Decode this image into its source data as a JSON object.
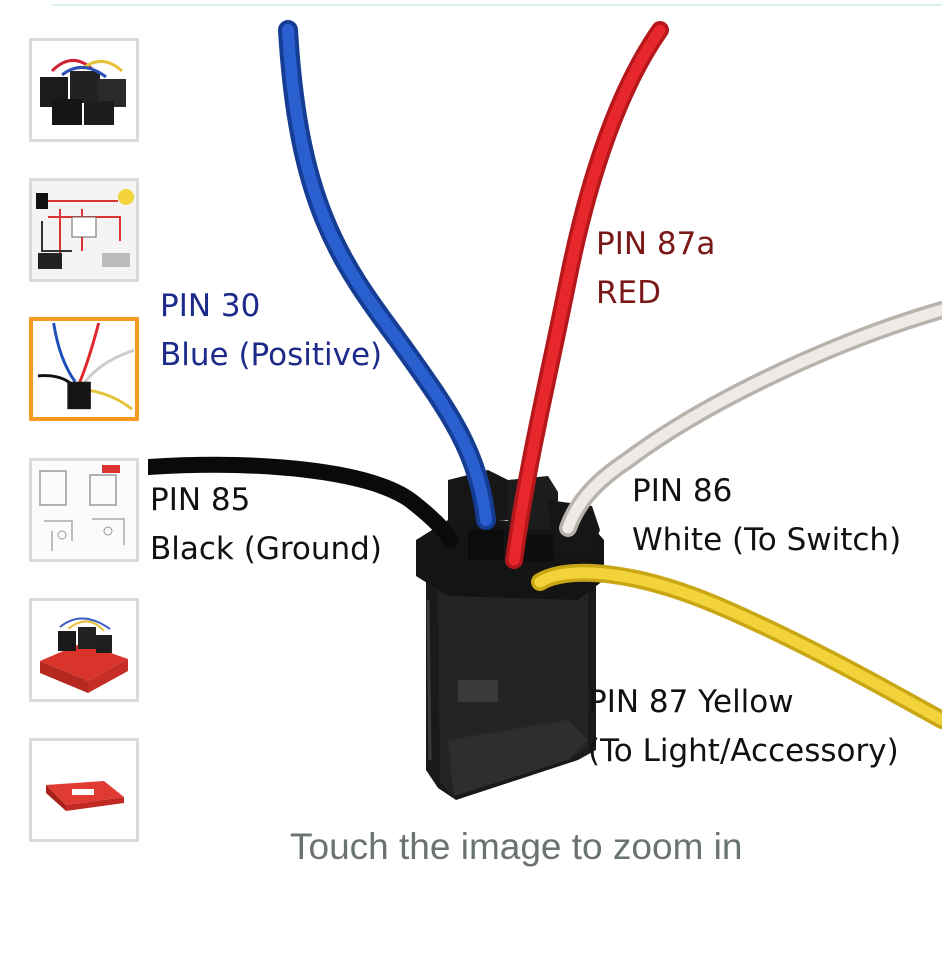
{
  "thumbnails": [
    {
      "name": "relay-pack-thumbnail",
      "selected": false
    },
    {
      "name": "wiring-diagram-thumbnail",
      "selected": false
    },
    {
      "name": "relay-pins-thumbnail",
      "selected": true
    },
    {
      "name": "schematic-thumbnail",
      "selected": false
    },
    {
      "name": "relay-box-thumbnail",
      "selected": false
    },
    {
      "name": "relay-package-thumbnail",
      "selected": false
    }
  ],
  "labels": {
    "pin30": {
      "line1": "PIN 30",
      "line2": "Blue (Positive)"
    },
    "pin87a": {
      "line1": "PIN 87a",
      "line2": "RED"
    },
    "pin85": {
      "line1": "PIN 85",
      "line2": "Black (Ground)"
    },
    "pin86": {
      "line1": "PIN 86",
      "line2": "White (To Switch)"
    },
    "pin87": {
      "line1": "PIN 87 Yellow",
      "line2": "(To Light/Accessory)"
    }
  },
  "zoom_hint": "Touch the image to zoom in",
  "colors": {
    "accent_selected": "#f59a1f",
    "thumb_border": "#d8dcdc",
    "wire_blue": "#1f4fb8",
    "wire_red": "#e0262a",
    "wire_white": "#e8e4df",
    "wire_yellow": "#f0cf2a",
    "wire_black": "#111111"
  }
}
